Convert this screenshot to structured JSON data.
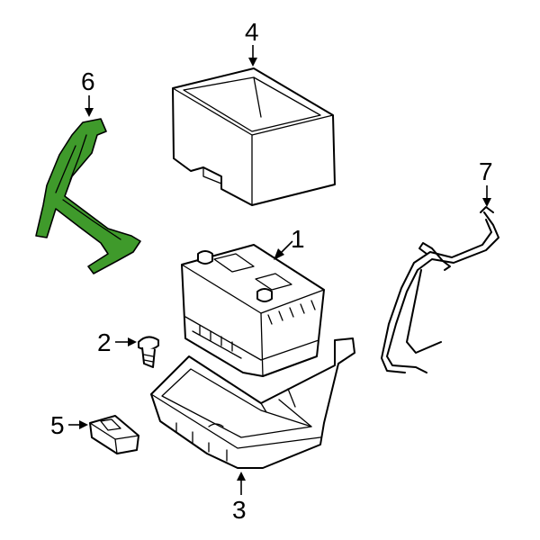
{
  "diagram": {
    "callouts": [
      {
        "id": "1",
        "label": "1"
      },
      {
        "id": "2",
        "label": "2"
      },
      {
        "id": "3",
        "label": "3"
      },
      {
        "id": "4",
        "label": "4"
      },
      {
        "id": "5",
        "label": "5"
      },
      {
        "id": "6",
        "label": "6"
      },
      {
        "id": "7",
        "label": "7"
      }
    ],
    "colors": {
      "highlight": "#3f9a2b",
      "line": "#000000",
      "background": "#ffffff"
    }
  }
}
